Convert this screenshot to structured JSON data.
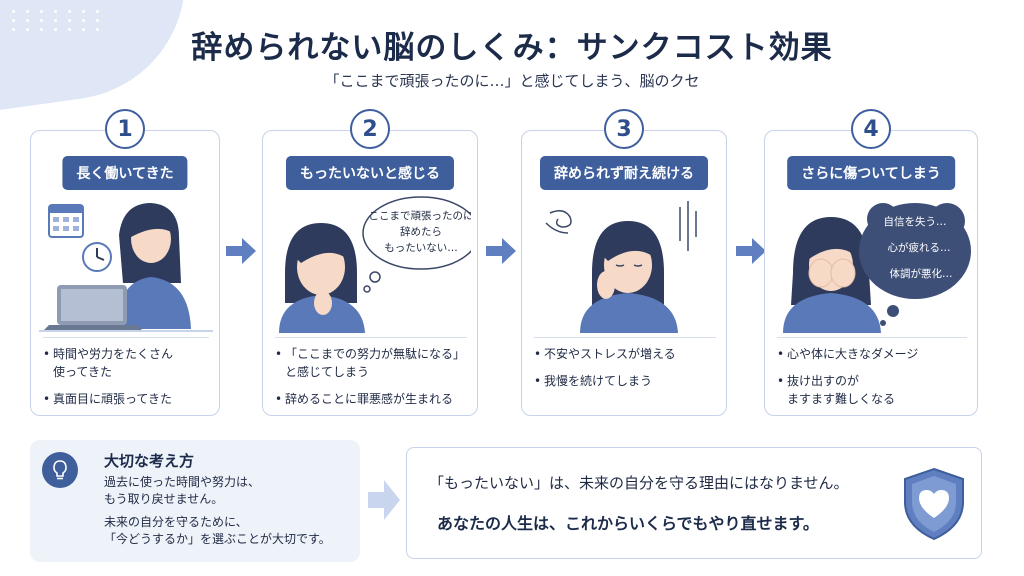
{
  "title": "辞められない脳のしくみ：サンクコスト効果",
  "subtitle": "「ここまで頑張ったのに…」と感じてしまう、脳のクセ",
  "steps": [
    {
      "number": "1",
      "label": "長く働いてきた",
      "bullets": [
        "時間や労力をたくさん\n使ってきた",
        "真面目に頑張ってきた"
      ]
    },
    {
      "number": "2",
      "label": "もったいないと感じる",
      "thought": [
        "ここまで頑張ったのに",
        "辞めたら",
        "もったいない…"
      ],
      "bullets": [
        "「ここまでの努力が無駄になる」\nと感じてしまう",
        "辞めることに罪悪感が生まれる"
      ]
    },
    {
      "number": "3",
      "label": "辞められず耐え続ける",
      "bullets": [
        "不安やストレスが増える",
        "我慢を続けてしまう"
      ]
    },
    {
      "number": "4",
      "label": "さらに傷ついてしまう",
      "thought": [
        "自信を失う…",
        "心が疲れる…",
        "体調が悪化…"
      ],
      "bullets": [
        "心や体に大きなダメージ",
        "抜け出すのが\nますます難しくなる"
      ]
    }
  ],
  "tip": {
    "title": "大切な考え方",
    "lines": [
      "過去に使った時間や努力は、\nもう取り戻せません。",
      "未来の自分を守るために、\n「今どうするか」を選ぶことが大切です。"
    ]
  },
  "message": {
    "line1": "「もったいない」は、未来の自分を守る理由にはなりません。",
    "line2": "あなたの人生は、これからいくらでもやり直せます。"
  },
  "colors": {
    "accent": "#3e5e9c",
    "card_border": "#c7d3ea",
    "skin": "#f6d9c6",
    "hair": "#2e3b5c",
    "shirt": "#5a79b8"
  }
}
